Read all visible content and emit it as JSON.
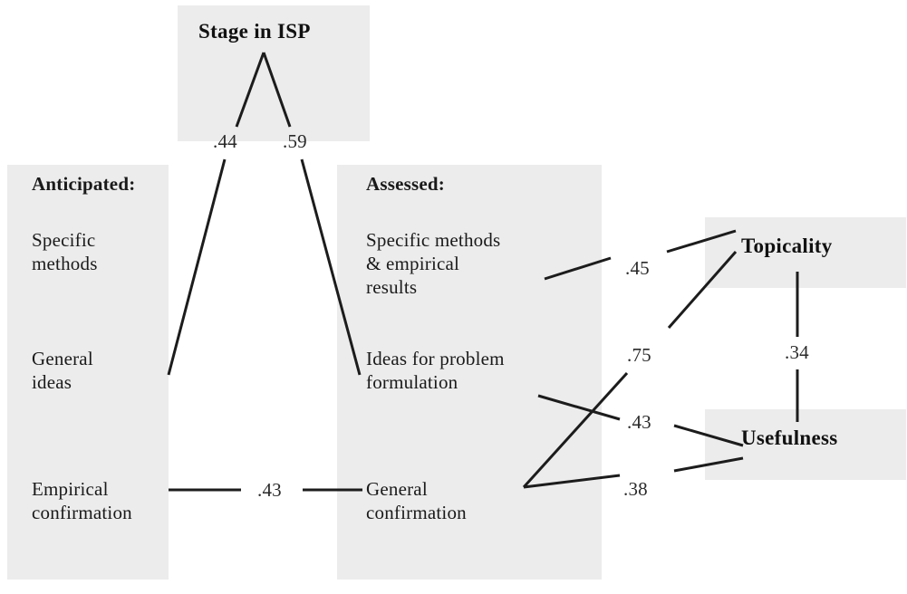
{
  "figure": {
    "top_node": {
      "label": "Stage in ISP"
    },
    "columns": [
      {
        "header": "Anticipated:",
        "items": [
          {
            "label": "Specific\nmethods"
          },
          {
            "label": "General\nideas"
          },
          {
            "label": "Empirical\nconfirmation"
          }
        ]
      },
      {
        "header": "Assessed:",
        "items": [
          {
            "label": "Specific methods\n& empirical\nresults"
          },
          {
            "label": "Ideas for problem\nformulation"
          },
          {
            "label": "General\nconfirmation"
          }
        ]
      }
    ],
    "outcomes": [
      {
        "label": "Topicality"
      },
      {
        "label": "Usefulness"
      }
    ],
    "coefficients": [
      {
        "name": "stage-to-general-ideas",
        "value": ".44"
      },
      {
        "name": "stage-to-ideas-for-problem-formulation",
        "value": ".59"
      },
      {
        "name": "empirical-confirmation-to-general-confirmation",
        "value": ".43"
      },
      {
        "name": "specific-methods-empirical-results-to-topicality",
        "value": ".45"
      },
      {
        "name": "general-confirmation-to-topicality",
        "value": ".75"
      },
      {
        "name": "ideas-for-problem-formulation-to-usefulness",
        "value": ".43"
      },
      {
        "name": "general-confirmation-to-usefulness",
        "value": ".38"
      },
      {
        "name": "topicality-to-usefulness",
        "value": ".34"
      }
    ],
    "colors": {
      "panel_fill": "#ececec",
      "line": "#1c1c1c",
      "text": "#1a1a1a",
      "background": "#ffffff"
    }
  }
}
